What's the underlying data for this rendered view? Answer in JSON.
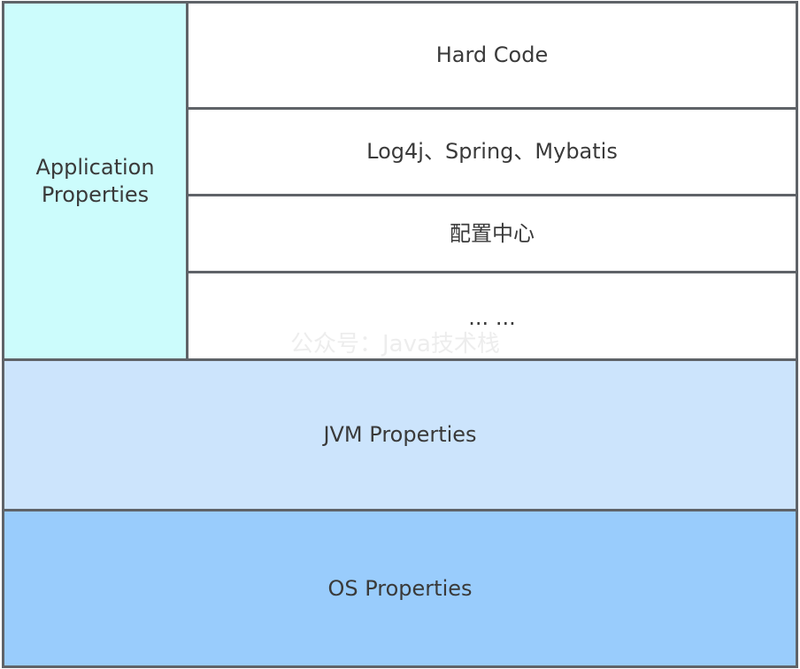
{
  "diagram": {
    "application": {
      "line1": "Application",
      "line2": "Properties"
    },
    "application_items": [
      "Hard Code",
      "Log4j、Spring、Mybatis",
      "配置中心",
      "... ..."
    ],
    "jvm_layer": "JVM Properties",
    "os_layer": "OS Properties",
    "watermark": "公众号：Java技术栈"
  }
}
